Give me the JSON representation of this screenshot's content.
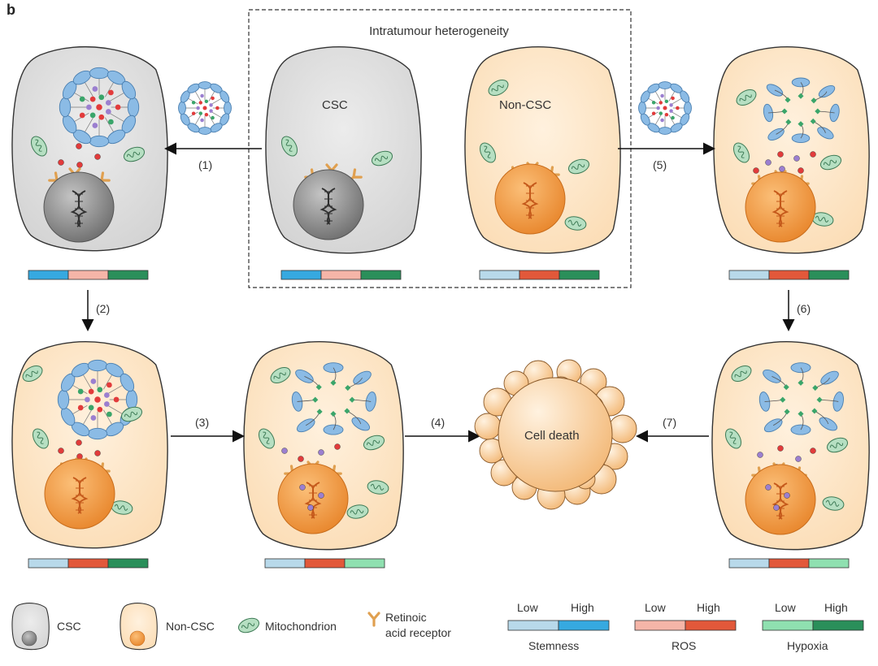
{
  "panel_letter": "b",
  "heterogeneity_title": "Intratumour heterogeneity",
  "cells": {
    "csc_label": "CSC",
    "non_csc_label": "Non-CSC",
    "cell_death_label": "Cell death"
  },
  "steps": [
    "(1)",
    "(2)",
    "(3)",
    "(4)",
    "(5)",
    "(6)",
    "(7)"
  ],
  "legend": {
    "csc": "CSC",
    "non_csc": "Non-CSC",
    "mitochondrion": "Mitochondrion",
    "receptor_line1": "Retinoic",
    "receptor_line2": "acid receptor",
    "low": "Low",
    "high": "High",
    "stemness": "Stemness",
    "ros": "ROS",
    "hypoxia": "Hypoxia"
  },
  "colors": {
    "stemness_low": "#b8d9ea",
    "stemness_high": "#36a9e0",
    "ros_low": "#f5b5a8",
    "ros_high": "#e2583a",
    "hypoxia_low": "#8fe0b0",
    "hypoxia_high": "#2a8f5a",
    "csc_fill": "#dedede",
    "non_csc_fill": "#fce3c4",
    "nucleus_gray": "#8a8a8a",
    "nucleus_orange": "#f2a04a",
    "micelle_blue": "#8bbbe5",
    "mito_green": "#b6dfc2",
    "receptor": "#e0a050",
    "bead_red": "#e23b3b",
    "bead_purple": "#9b7fd0",
    "bead_green": "#3aa56a"
  }
}
